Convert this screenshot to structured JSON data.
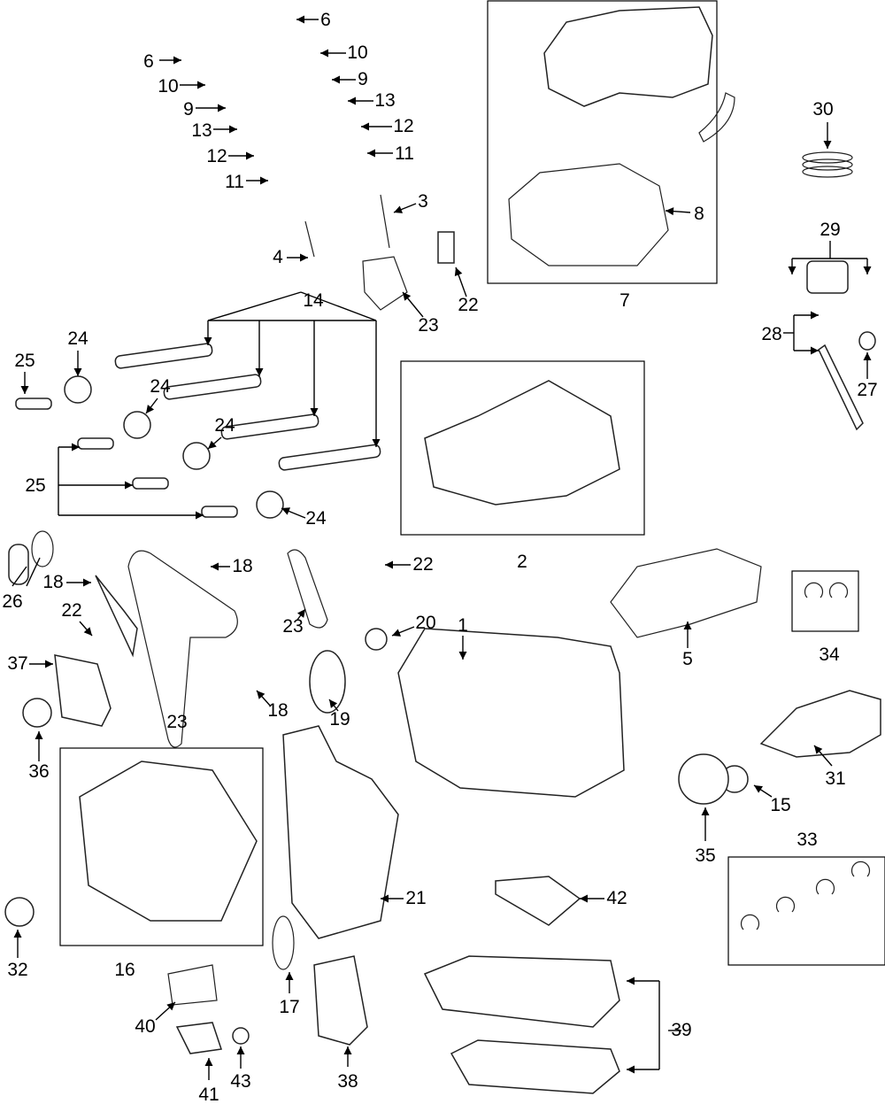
{
  "diagram": {
    "type": "exploded-parts-diagram",
    "callouts": [
      "6",
      "10",
      "9",
      "13",
      "12",
      "11",
      "6",
      "10",
      "9",
      "13",
      "12",
      "11",
      "3",
      "4",
      "22",
      "23",
      "7",
      "8",
      "30",
      "29",
      "28",
      "27",
      "14",
      "24",
      "25",
      "24",
      "24",
      "25",
      "24",
      "2",
      "26",
      "18",
      "18",
      "22",
      "22",
      "23",
      "20",
      "1",
      "5",
      "34",
      "37",
      "23",
      "18",
      "19",
      "36",
      "31",
      "15",
      "35",
      "33",
      "21",
      "42",
      "32",
      "16",
      "40",
      "17",
      "39",
      "38",
      "41",
      "43"
    ],
    "colors": {
      "line": "#000000",
      "background": "#ffffff"
    }
  }
}
